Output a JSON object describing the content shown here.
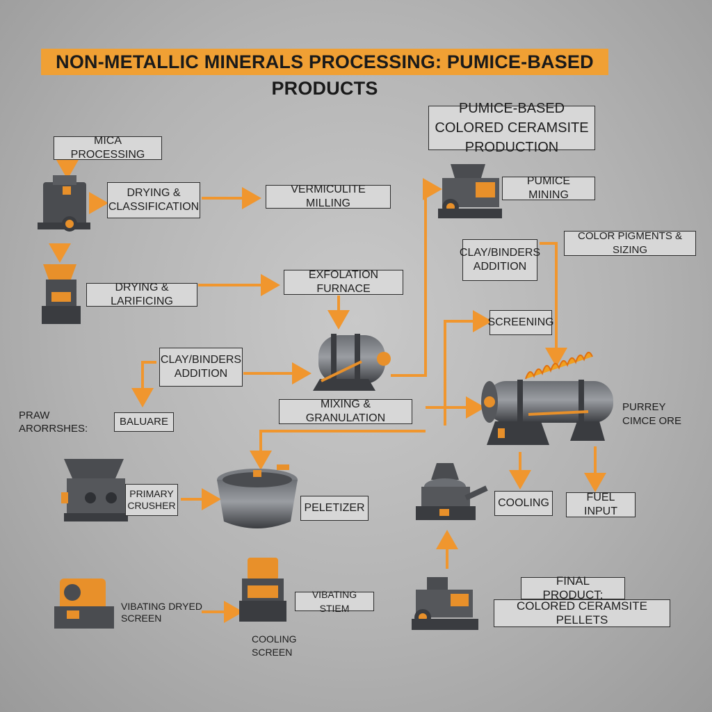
{
  "title": "NON-METALLIC MINERALS PROCESSING: PUMICE-BASED PRODUCTS",
  "labels": {
    "mica_processing": "MICA PROCESSING",
    "drying_classification": "DRYING & CLASSIFICATION",
    "vermiculite_milling": "VERMICULITE MILLING",
    "drying_larificing": "DRYING & LARIFICING",
    "exfolation_furnace": "EXFOLATION FURNACE",
    "clay_binders_left": "CLAY/BINDERS ADDITION",
    "praw_arorrshes": "PRAW ARORRSHES:",
    "baluare": "BALUARE",
    "mixing_granulation": "MIXING & GRANULATION",
    "primary_crusher": "PRIMARY CRUSHER",
    "peletizer": "PELETIZER",
    "vibrating_dryed_screen": "VIBATING DRYED SCREEN",
    "vibating_stiem": "VIBATING STIEM",
    "cooling_screen": "COOLING SCREEN",
    "pumice_colored_title": "PUMICE-BASED COLORED CERAMSITE PRODUCTION",
    "pumice_mining": "PUMICE MINING",
    "clay_binders_right": "CLAY/BINDERS ADDITION",
    "color_pigments": "COLOR PIGMENTS & SIZING",
    "screening": "SCREENING",
    "purrey_cimce_ore": "PURREY CIMCE ORE",
    "cooling": "COOLING",
    "fuel_input": "FUEL INPUT",
    "final_product": "FINAL PRODUCT:",
    "colored_ceramsite": "COLORED CERAMSITE PELLETS"
  },
  "colors": {
    "arrow": "#f0962e",
    "machine_dark": "#4a4c50",
    "machine_orange": "#e8902a",
    "title_bg": "#f0a034"
  }
}
